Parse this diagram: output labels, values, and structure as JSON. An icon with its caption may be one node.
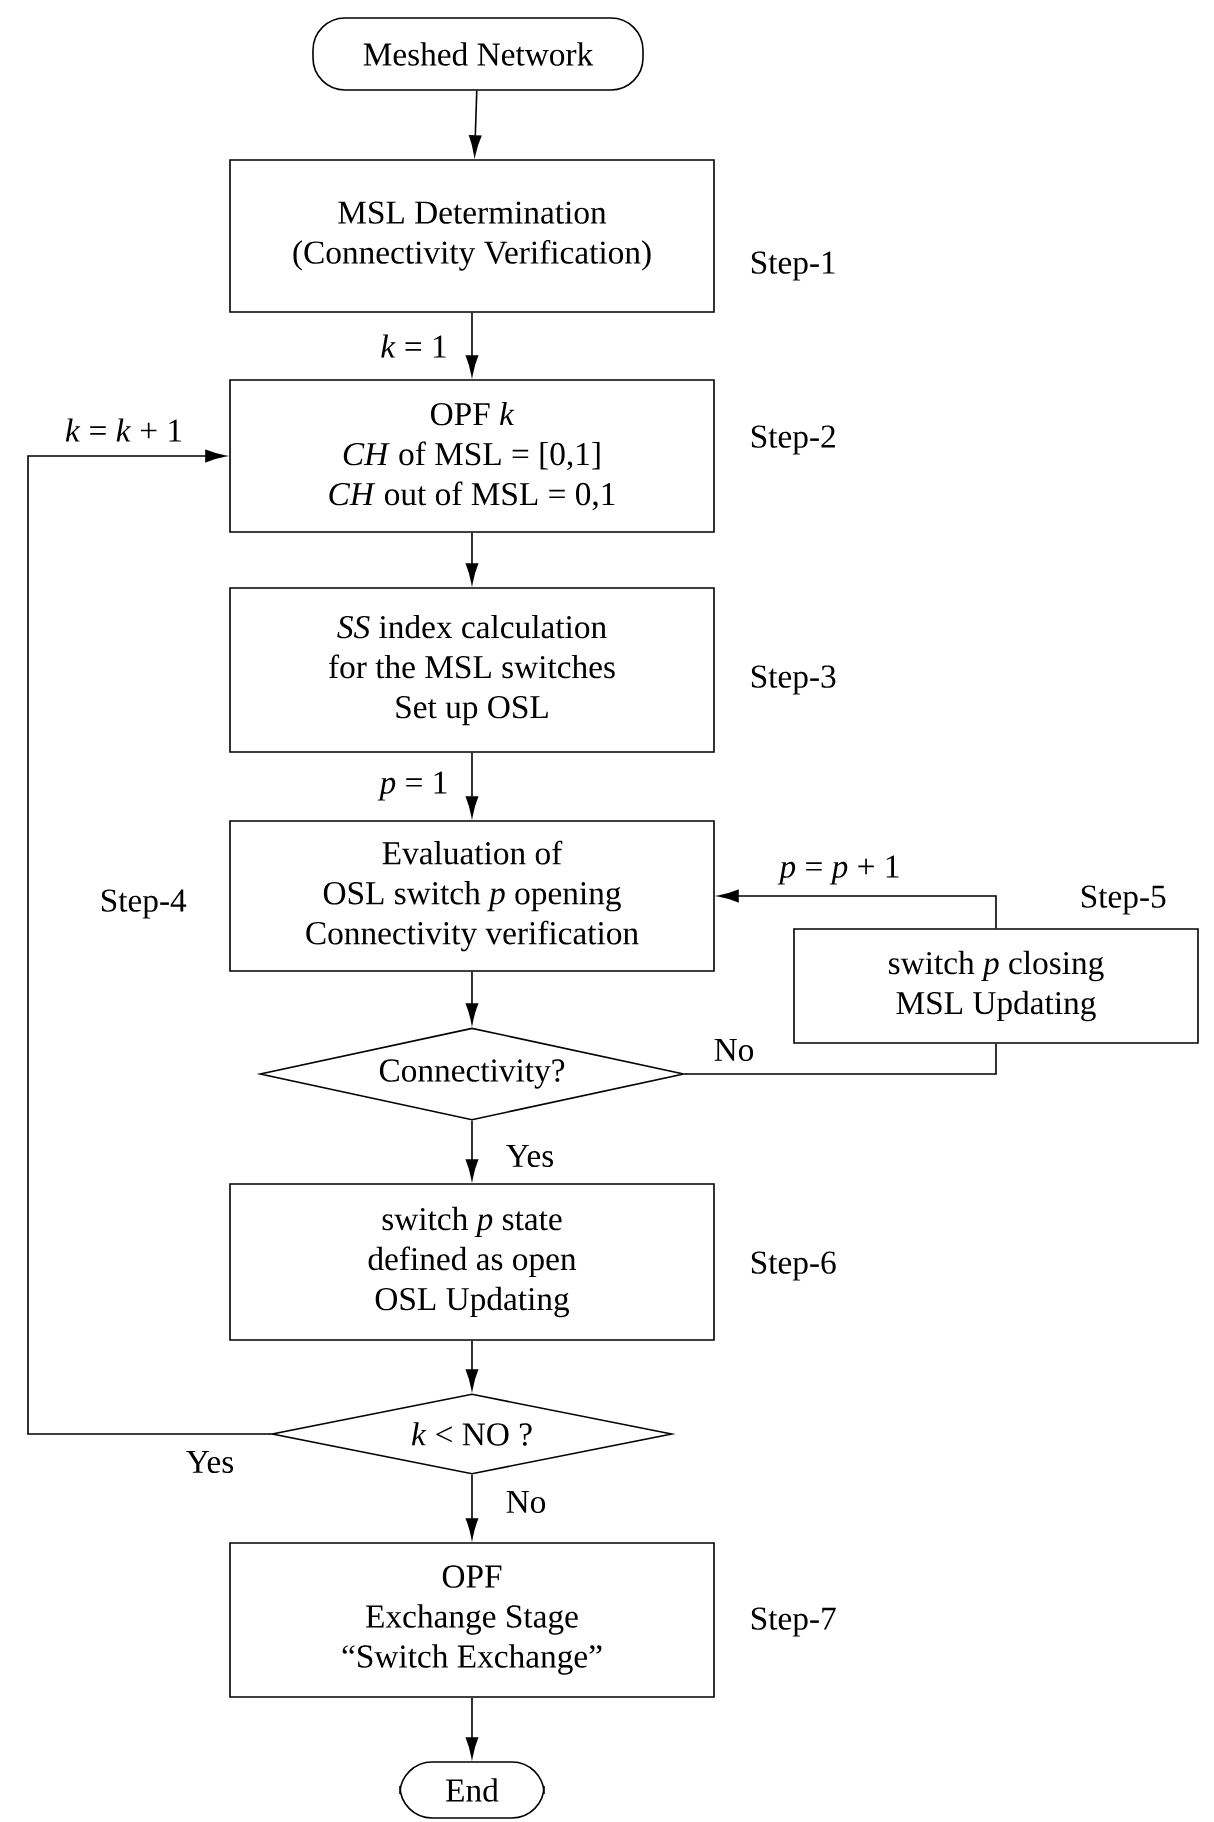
{
  "diagram": {
    "nodes": [
      {
        "text": [
          "Meshed Network"
        ]
      },
      {
        "text": [
          "MSL Determination",
          "(Connectivity Verification)"
        ],
        "beside": [
          "Step-1"
        ]
      },
      {
        "text": [
          "OPF *k*",
          "*CH* of MSL = [0,1]",
          "*CH* out of MSL = 0,1"
        ],
        "beside": [
          "Step-2"
        ]
      },
      {
        "text": [
          "*SS* index calculation",
          "for the MSL switches",
          "Set up OSL"
        ],
        "beside": [
          "Step-3"
        ]
      },
      {
        "text": [
          "Evaluation of",
          "OSL switch *p* opening",
          "Connectivity verification"
        ],
        "beside": [
          "Step-4"
        ]
      },
      {
        "text": [
          "switch *p* closing",
          "MSL Updating"
        ],
        "beside": [
          "Step-5"
        ]
      },
      {
        "text": [
          "Connectivity?"
        ]
      },
      {
        "text": [
          "switch *p* state",
          "defined as open",
          "OSL Updating"
        ],
        "beside": [
          "Step-6"
        ]
      },
      {
        "text": [
          "*k* < NO ?"
        ]
      },
      {
        "text": [
          "OPF",
          "Exchange Stage",
          "“Switch Exchange”"
        ],
        "beside": [
          "Step-7"
        ]
      },
      {
        "text": [
          "End"
        ]
      }
    ],
    "edges": [
      {
        "from": 0,
        "to": 1,
        "arrow": "to"
      },
      {
        "from": 1,
        "to": 2,
        "arrow": "to",
        "label": "*k* = 1"
      },
      {
        "from": 2,
        "to": 3,
        "arrow": "to"
      },
      {
        "from": 3,
        "to": 4,
        "arrow": "to",
        "label": "*p* = 1"
      },
      {
        "from": 4,
        "to": 6,
        "arrow": "to"
      },
      {
        "from": 6,
        "to": 5,
        "arrow": "none",
        "label": "No"
      },
      {
        "from": 5,
        "to": 4,
        "arrow": "to",
        "label": "*p* = *p* + 1"
      },
      {
        "from": 6,
        "to": 7,
        "arrow": "to",
        "label": "Yes"
      },
      {
        "from": 7,
        "to": 8,
        "arrow": "to"
      },
      {
        "from": 8,
        "to": 2,
        "arrow": "to",
        "label": "Yes"
      },
      {
        "from": 8,
        "to": 9,
        "arrow": "to",
        "label": "No"
      },
      {
        "from": 9,
        "to": 10,
        "arrow": "to"
      }
    ],
    "labels": [
      "*k* = *k* + 1"
    ]
  }
}
